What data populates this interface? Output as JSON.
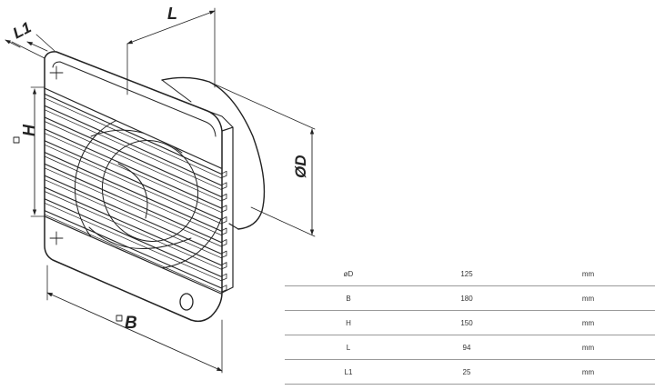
{
  "dimensions": {
    "L1": "L1",
    "L": "L",
    "H": "H",
    "D": "ØD",
    "B": "B"
  },
  "specs": {
    "rows": [
      {
        "param": "øD",
        "value": "125",
        "unit": "mm"
      },
      {
        "param": "B",
        "value": "180",
        "unit": "mm"
      },
      {
        "param": "H",
        "value": "150",
        "unit": "mm"
      },
      {
        "param": "L",
        "value": "94",
        "unit": "mm"
      },
      {
        "param": "L1",
        "value": "25",
        "unit": "mm"
      }
    ]
  }
}
